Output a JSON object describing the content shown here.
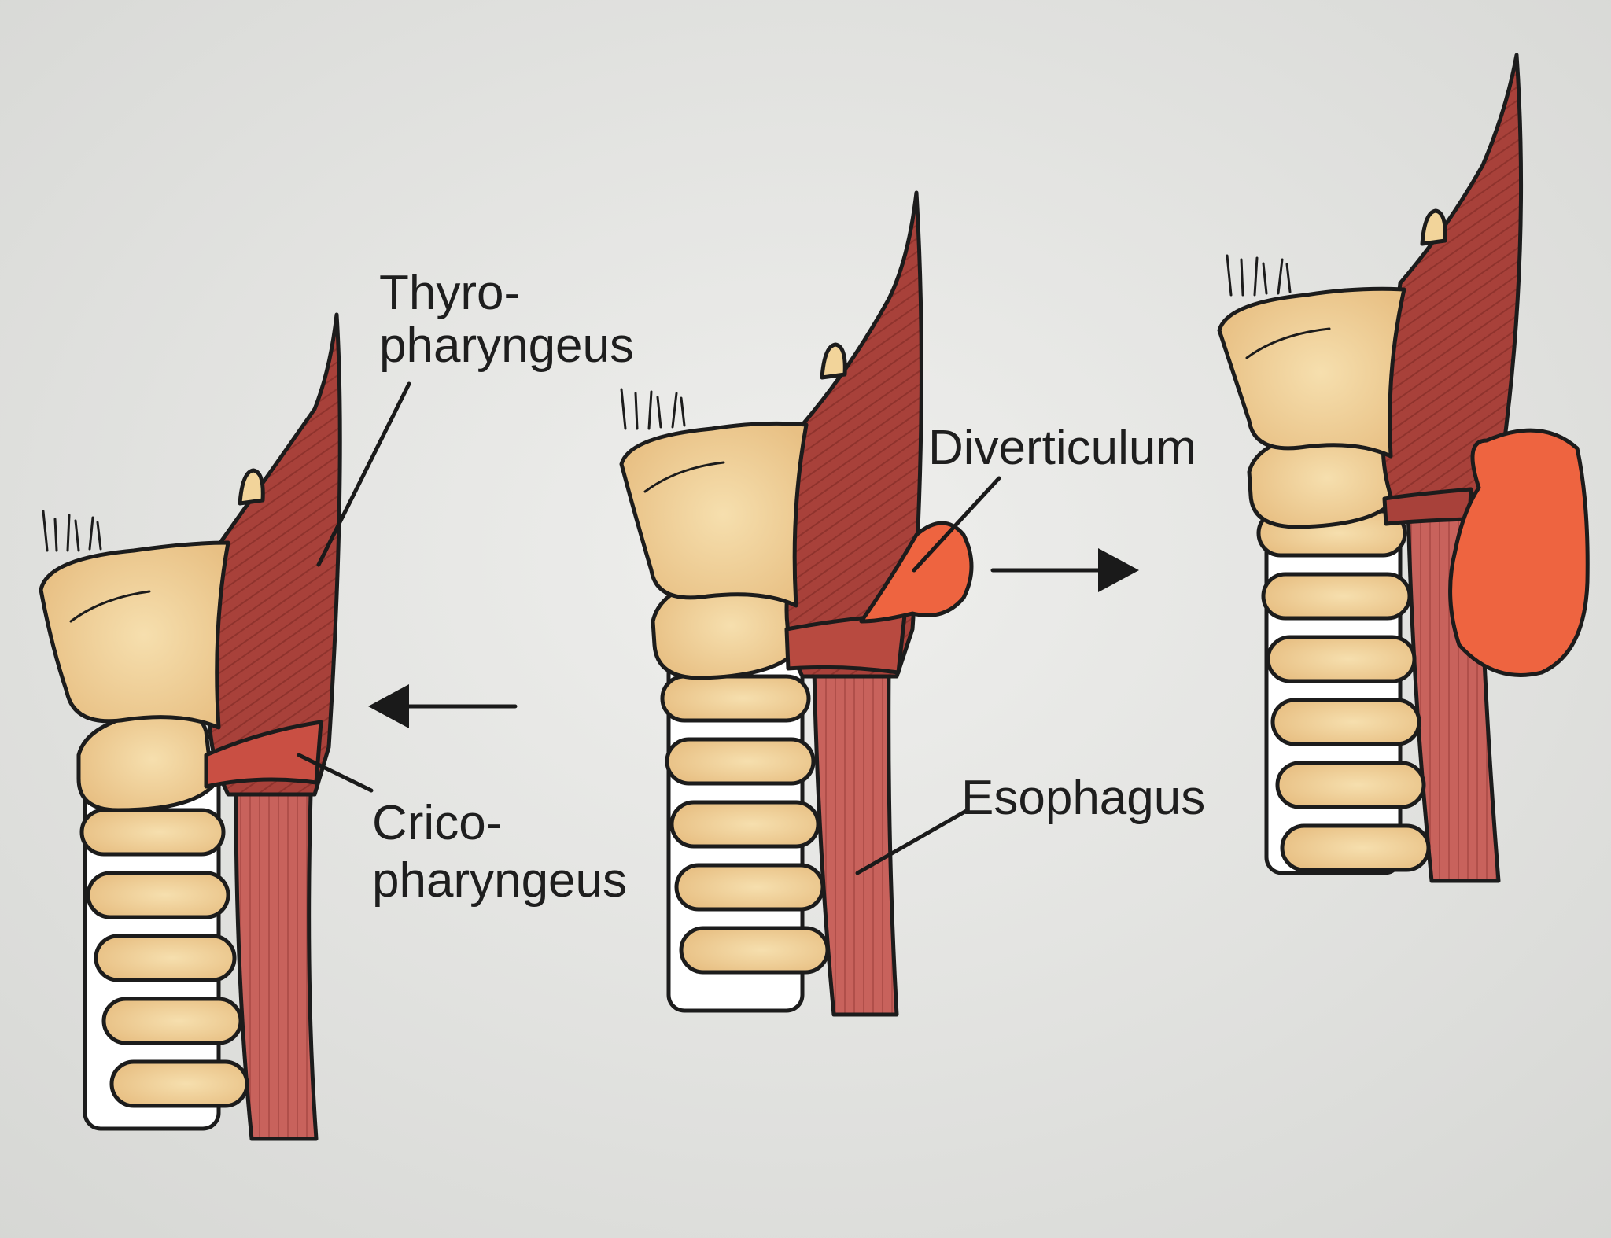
{
  "labels": {
    "thyro_line1": "Thyro-",
    "thyro_line2": "pharyngeus",
    "crico_line1": "Crico-",
    "crico_line2": "pharyngeus",
    "diverticulum": "Diverticulum",
    "esophagus": "Esophagus"
  },
  "colors": {
    "background": "#e4e5e3",
    "cartilage": "#f2d49a",
    "muscle": "#a8413a",
    "esophagus": "#c8625c",
    "diverticulum": "#ee6440",
    "outline": "#1c1c1c"
  }
}
